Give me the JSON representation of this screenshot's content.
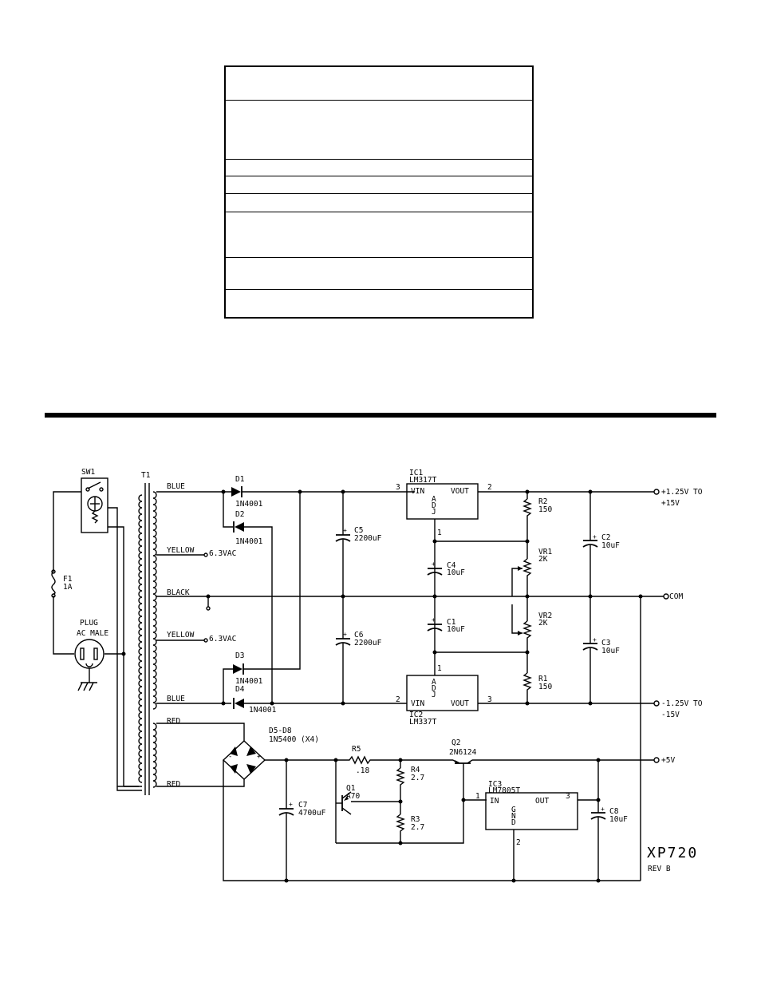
{
  "table": {
    "rows": 8
  },
  "schematic": {
    "model": "XP720",
    "revision": "REV B",
    "sw1": "SW1",
    "t1": "T1",
    "fuse": {
      "ref": "F1",
      "value": "1A"
    },
    "plug": {
      "line1": "PLUG",
      "line2": "AC MALE"
    },
    "wires": {
      "blue_top": "BLUE",
      "yellow_top": "YELLOW",
      "black": "BLACK",
      "yellow_bottom": "YELLOW",
      "blue_bottom": "BLUE",
      "red_top": "RED",
      "red_bottom": "RED"
    },
    "taps": {
      "vac_top": "6.3VAC",
      "vac_bottom": "6.3VAC"
    },
    "d1": {
      "ref": "D1",
      "part": "1N4001"
    },
    "d2": {
      "ref": "D2",
      "part": "1N4001"
    },
    "d3": {
      "ref": "D3",
      "part": "1N4001"
    },
    "d4": {
      "ref": "D4",
      "part": "1N4001"
    },
    "bridge": {
      "ref": "D5-D8",
      "part": "1N5400 (X4)"
    },
    "c5": {
      "ref": "C5",
      "value": "2200uF"
    },
    "c6": {
      "ref": "C6",
      "value": "2200uF"
    },
    "c4": {
      "ref": "C4",
      "value": "10uF"
    },
    "c1": {
      "ref": "C1",
      "value": "10uF"
    },
    "c2": {
      "ref": "C2",
      "value": "10uF"
    },
    "c3": {
      "ref": "C3",
      "value": "10uF"
    },
    "c7": {
      "ref": "C7",
      "value": "4700uF"
    },
    "c8": {
      "ref": "C8",
      "value": "10uF"
    },
    "ic1": {
      "ref": "IC1",
      "part": "LM317T",
      "vin": "VIN",
      "vout": "VOUT",
      "adj": [
        "A",
        "D",
        "J"
      ],
      "pin_in": "3",
      "pin_out": "2",
      "pin_adj": "1"
    },
    "ic2": {
      "ref": "IC2",
      "part": "LM337T",
      "vin": "VIN",
      "vout": "VOUT",
      "adj": [
        "A",
        "D",
        "J"
      ],
      "pin_in": "2",
      "pin_out": "3",
      "pin_adj": "1"
    },
    "ic3": {
      "ref": "IC3",
      "part": "LM7805T",
      "vin": "IN",
      "vout": "OUT",
      "gnd": [
        "G",
        "N",
        "D"
      ],
      "pin_in": "1",
      "pin_out": "3",
      "pin_gnd": "2"
    },
    "r1": {
      "ref": "R1",
      "value": "150"
    },
    "r2": {
      "ref": "R2",
      "value": "150"
    },
    "r3": {
      "ref": "R3",
      "value": "2.7"
    },
    "r4": {
      "ref": "R4",
      "value": "2.7"
    },
    "r5": {
      "ref": "R5",
      "value": ".18"
    },
    "vr1": {
      "ref": "VR1",
      "value": "2K"
    },
    "vr2": {
      "ref": "VR2",
      "value": "2K"
    },
    "q1": {
      "ref": "Q1",
      "part": "A70"
    },
    "q2": {
      "ref": "Q2",
      "part": "2N6124"
    },
    "outputs": {
      "pos_line1": "+1.25V TO",
      "pos_line2": "+15V",
      "com": "COM",
      "neg_line1": "-1.25V TO",
      "neg_line2": "-15V",
      "plus5": "+5V"
    }
  }
}
